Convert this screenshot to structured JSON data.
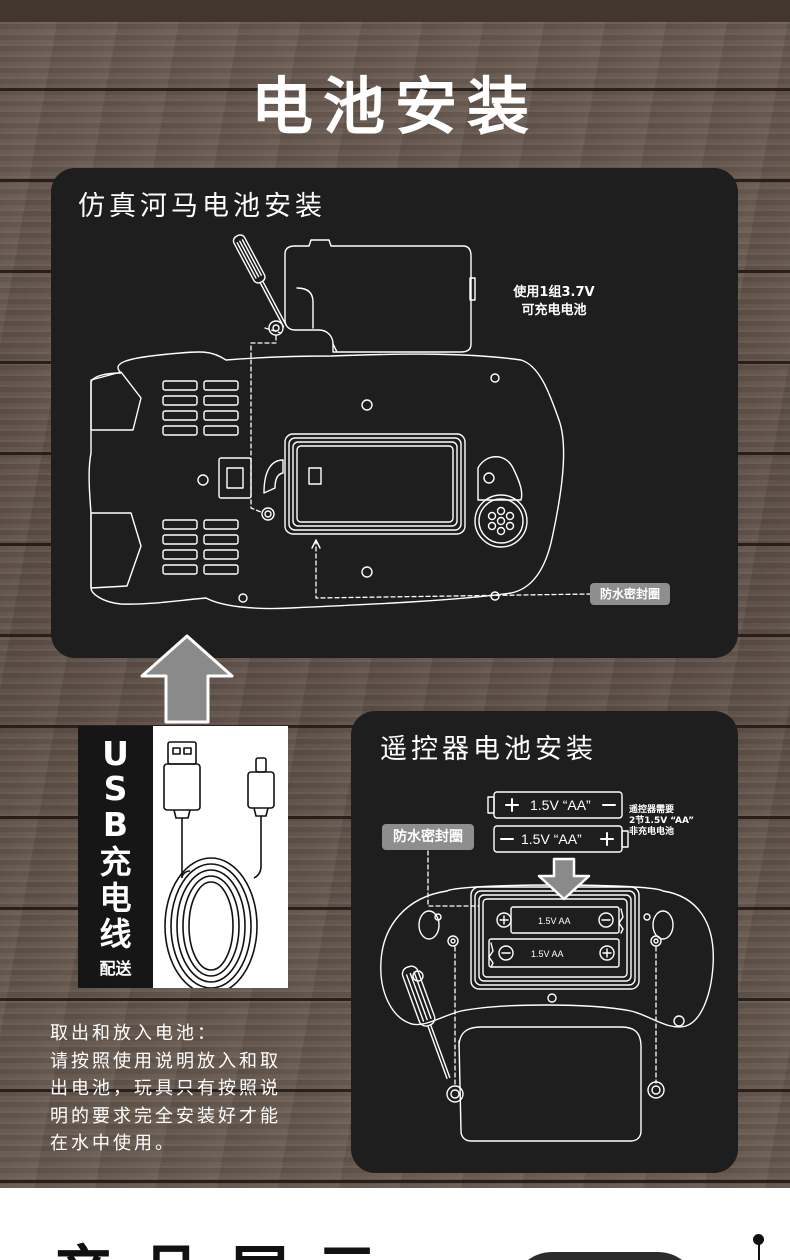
{
  "title": "电池安装",
  "hippo_section": {
    "title": "仿真河马电池安装",
    "battery_note_line1": "使用1组3.7V",
    "battery_note_line2": "可充电电池",
    "seal_label": "防水密封圈"
  },
  "usb": {
    "chars": [
      "U",
      "S",
      "B",
      "充",
      "电",
      "线"
    ],
    "gift_label": "配送"
  },
  "remote_section": {
    "title": "遥控器电池安装",
    "battery1_label": "1.5V “AA”",
    "battery2_label": "1.5V “AA”",
    "note_line1": "遥控器需要",
    "note_line2": "2节1.5V “AA”",
    "note_line3": "非充电电池",
    "seal_label": "防水密封圈",
    "cell1_label": "1.5V AA",
    "cell2_label": "1.5V AA"
  },
  "instructions": {
    "heading": "取出和放入电池：",
    "lines": [
      "请按照使用说明放入和取",
      "出电池，玩具只有按照说",
      "明的要求完全安装好才能",
      "在水中使用。"
    ]
  },
  "next_heading": "产品展示"
}
